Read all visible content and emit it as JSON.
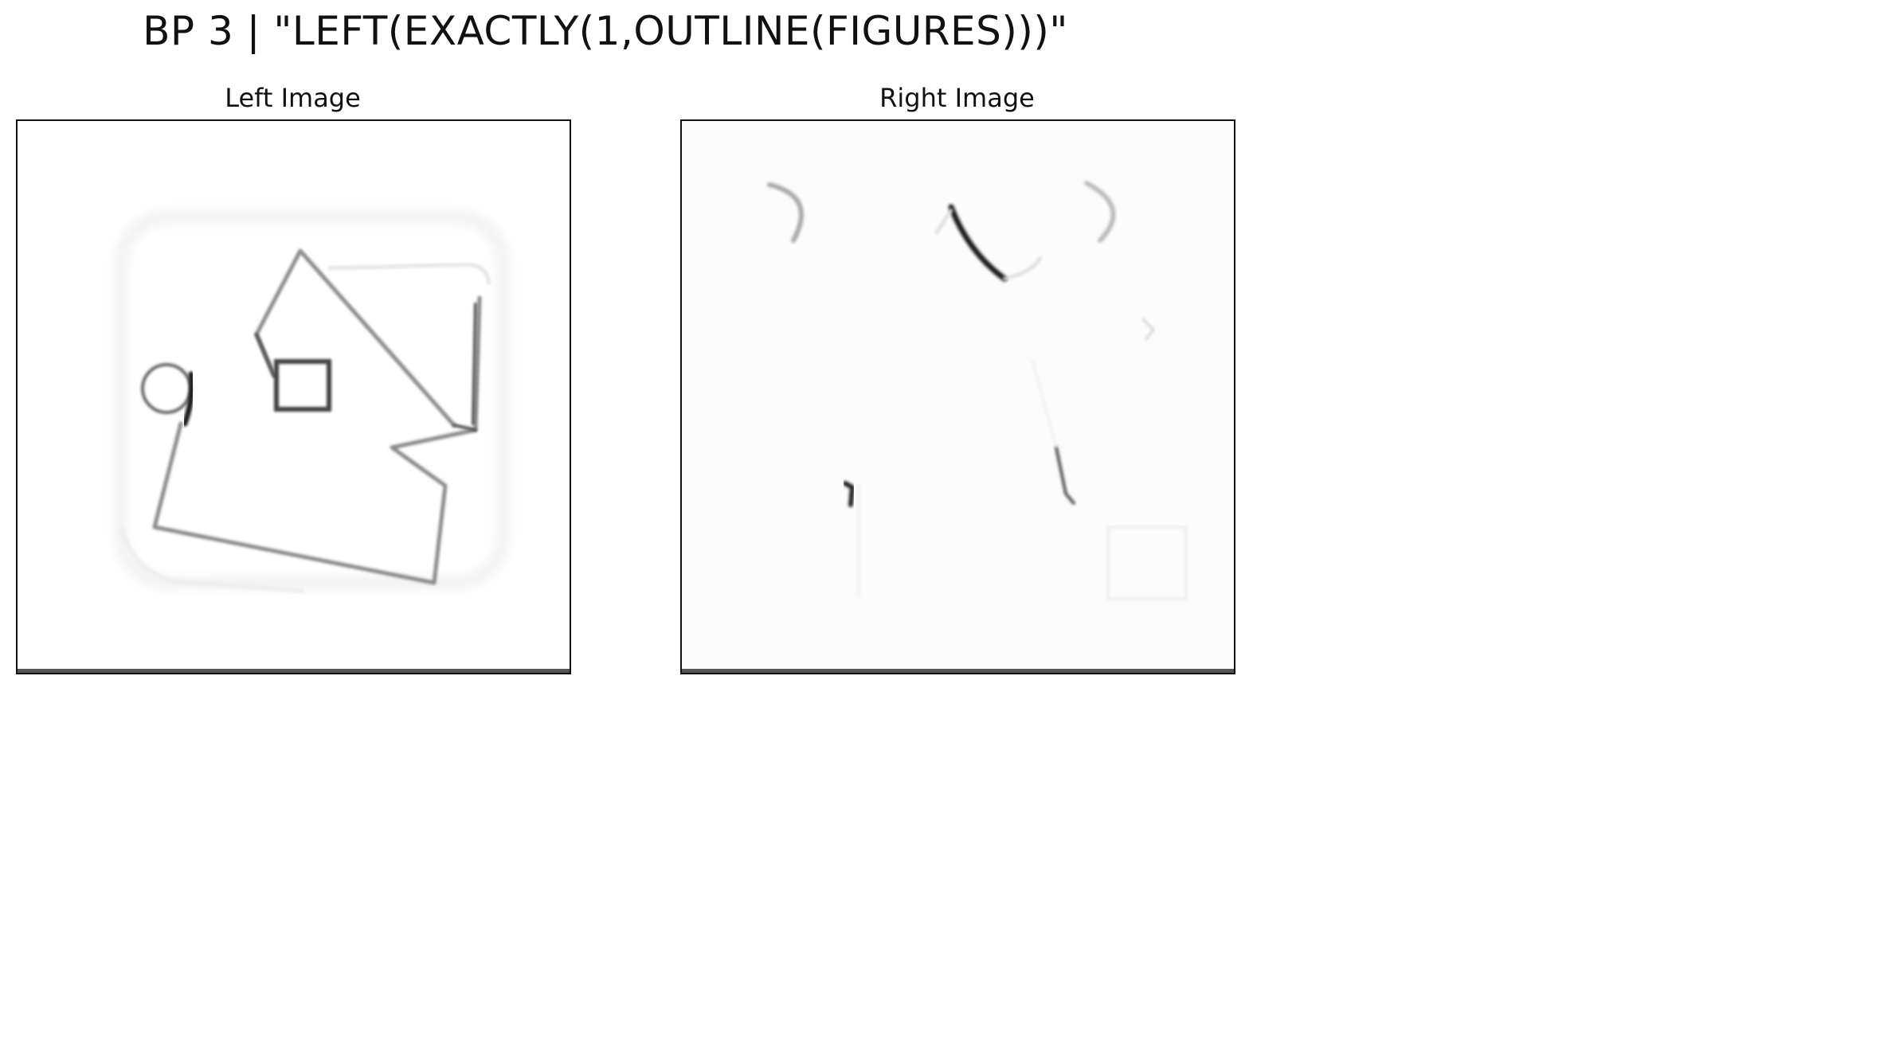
{
  "title": "BP 3 | \"LEFT(EXACTLY(1,OUTLINE(FIGURES)))\"",
  "panels": {
    "left": {
      "title": "Left Image"
    },
    "right": {
      "title": "Right Image"
    }
  },
  "colors": {
    "ink": "#111111",
    "stroke_dark": "#2a2a2a",
    "stroke_mid": "#7a7a7a",
    "stroke_light": "#c8c8c8",
    "background": "#ffffff"
  }
}
